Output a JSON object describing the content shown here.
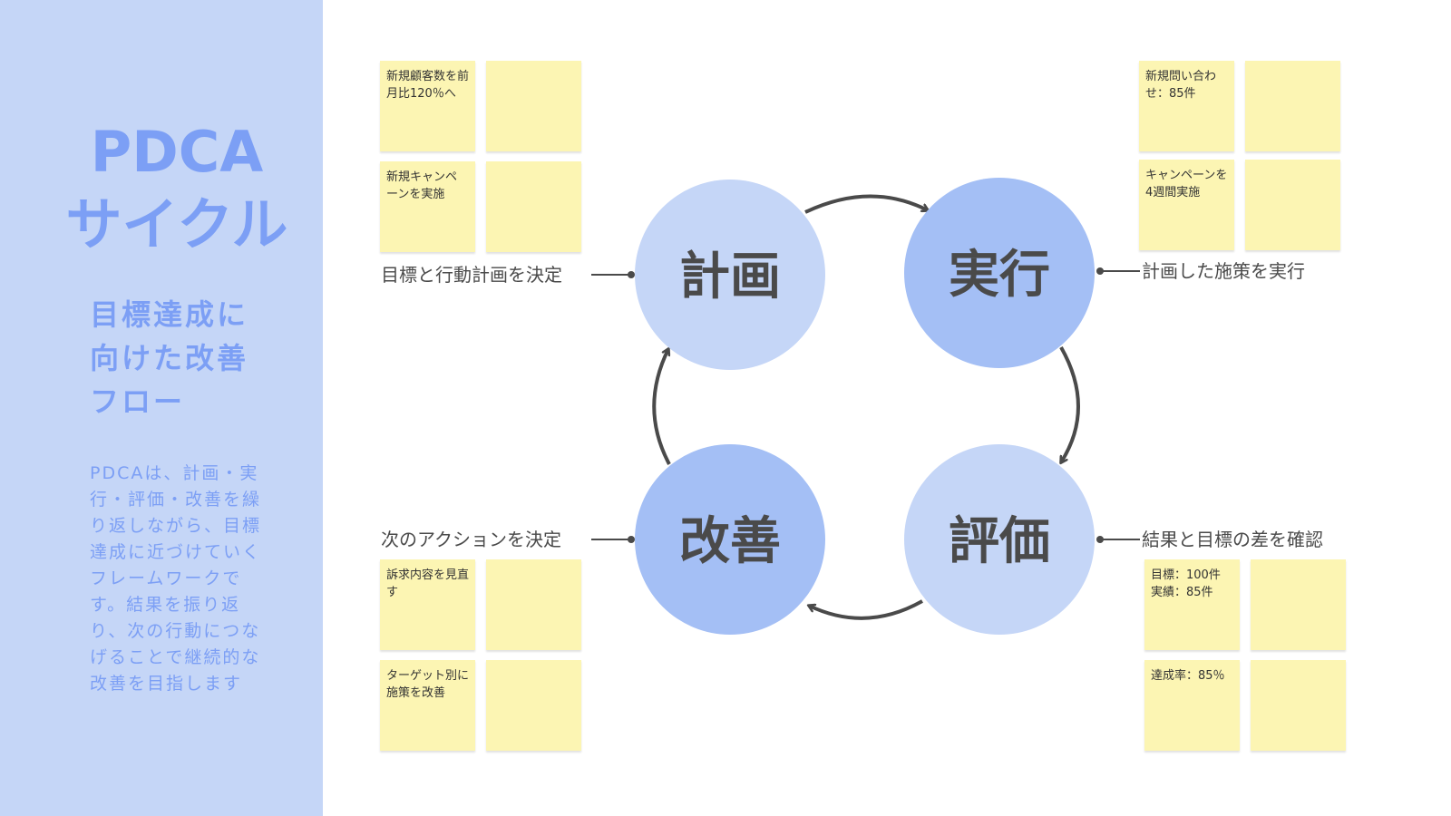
{
  "sidebar": {
    "title": "PDCA\nサイクル",
    "subtitle": "目標達成に\n向けた改善\nフロー",
    "description": "PDCAは、計画・実行・評価・改善を繰り返しながら、目標達成に近づけていくフレームワークです。結果を振り返り、次の行動につなげることで継続的な改善を目指します"
  },
  "colors": {
    "sidebar_bg": "#c5d6f7",
    "accent_text": "#7c9ff5",
    "circle_light": "#c5d6f7",
    "circle_dark": "#a4bff5",
    "sticky_note": "#fcf5b3",
    "arrow": "#4a4a4a"
  },
  "phases": {
    "plan": {
      "label": "計画",
      "caption": "目標と行動計画を決定",
      "notes": [
        "新規顧客数を前月比120％へ",
        "",
        "新規キャンペーンを実施",
        ""
      ]
    },
    "do": {
      "label": "実行",
      "caption": "計画した施策を実行",
      "notes": [
        "新規問い合わせ：85件",
        "",
        "キャンペーンを4週間実施",
        ""
      ]
    },
    "check": {
      "label": "評価",
      "caption": "結果と目標の差を確認",
      "notes": [
        "目標：100件\n実績：85件",
        "",
        "達成率：85％",
        ""
      ]
    },
    "act": {
      "label": "改善",
      "caption": "次のアクションを決定",
      "notes": [
        "訴求内容を見直す",
        "",
        "ターゲット別に施策を改善",
        ""
      ]
    }
  }
}
